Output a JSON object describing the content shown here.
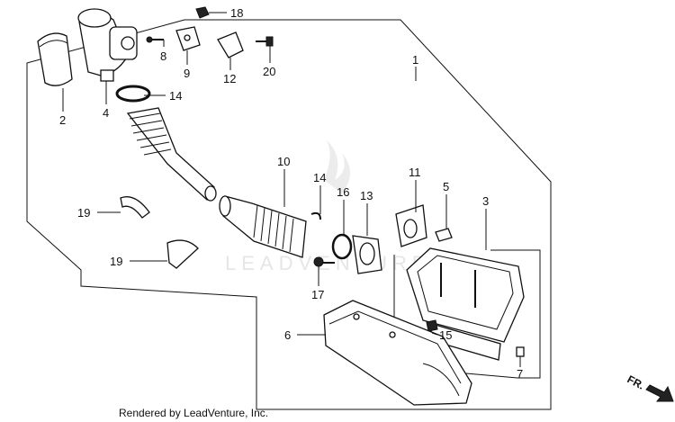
{
  "footer_text": "Rendered by LeadVenture, Inc.",
  "watermark": "LEADVENTURE",
  "direction_label": "FR.",
  "callouts": [
    "18",
    "1",
    "8",
    "9",
    "12",
    "20",
    "2",
    "4",
    "14",
    "10",
    "14",
    "16",
    "13",
    "11",
    "5",
    "3",
    "19",
    "19",
    "17",
    "6",
    "15",
    "7"
  ]
}
